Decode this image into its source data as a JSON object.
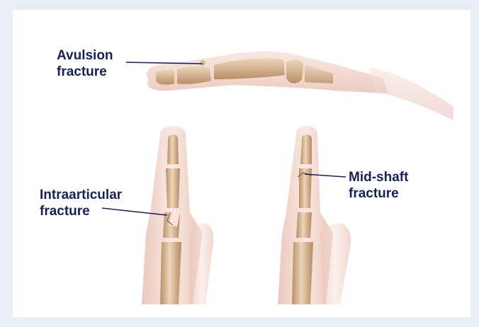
{
  "labels": {
    "avulsion": {
      "line1": "Avulsion",
      "line2": "fracture"
    },
    "intraarticular": {
      "line1": "Intraarticular",
      "line2": "fracture"
    },
    "midshaft": {
      "line1": "Mid-shaft",
      "line2": "fracture"
    }
  },
  "colors": {
    "background": "#e9edf4",
    "panel": "#ffffff",
    "label_text": "#16225e",
    "leader_line": "#16225e",
    "skin": "#f4d9cf",
    "bone": "#e3c7a3",
    "bone_shadow": "#b98f68"
  }
}
